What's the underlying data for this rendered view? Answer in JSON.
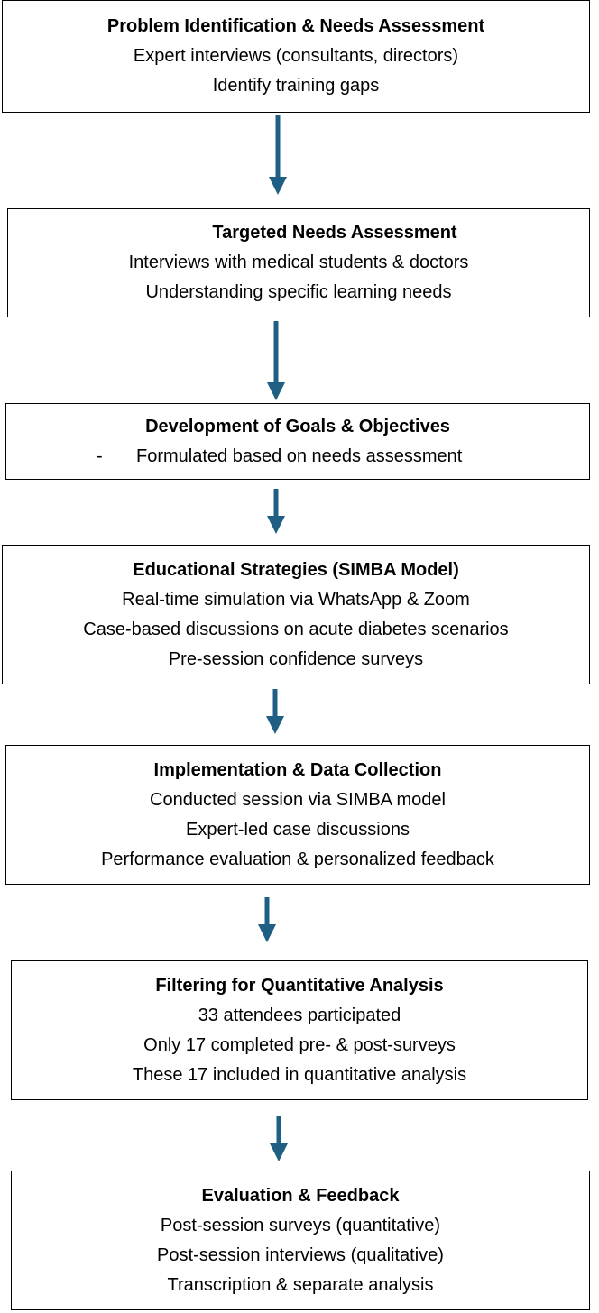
{
  "steps": [
    {
      "title": "Problem Identification & Needs Assessment",
      "lines": [
        "Expert interviews (consultants, directors)",
        "Identify training gaps"
      ]
    },
    {
      "title": "Targeted Needs Assessment",
      "lines": [
        "Interviews with medical students & doctors",
        "Understanding specific learning needs"
      ]
    },
    {
      "title": "Development of Goals & Objectives",
      "bullet": "-",
      "lines": [
        "Formulated based on needs assessment"
      ]
    },
    {
      "title": "Educational Strategies (SIMBA Model)",
      "lines": [
        "Real-time simulation via WhatsApp & Zoom",
        "Case-based discussions on acute diabetes scenarios",
        "Pre-session confidence surveys"
      ]
    },
    {
      "title": "Implementation & Data Collection",
      "lines": [
        "Conducted session via SIMBA model",
        "Expert-led case discussions",
        "Performance evaluation & personalized feedback"
      ]
    },
    {
      "title": "Filtering for Quantitative Analysis",
      "lines": [
        "33 attendees participated",
        "Only 17 completed pre- & post-surveys",
        "These 17 included in quantitative analysis"
      ]
    },
    {
      "title": "Evaluation & Feedback",
      "lines": [
        "Post-session surveys (quantitative)",
        "Post-session interviews (qualitative)",
        "Transcription & separate analysis"
      ]
    }
  ],
  "colors": {
    "arrow": "#1f5f84",
    "border": "#000000"
  }
}
